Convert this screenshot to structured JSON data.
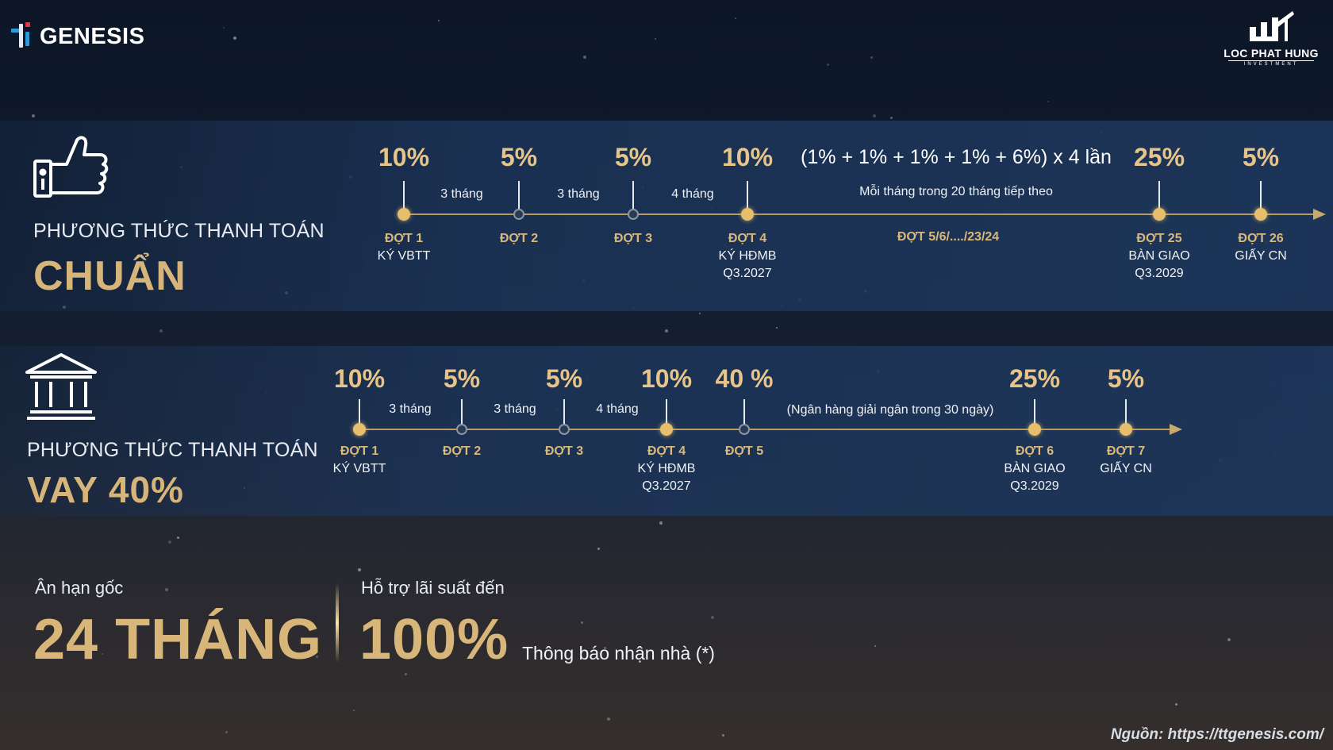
{
  "brand_left": "GENESIS",
  "brand_right": {
    "name": "LOC PHAT HUNG",
    "tagline": "INVESTMENT"
  },
  "plan1": {
    "label": "PHƯƠNG THỨC THANH TOÁN",
    "name": "CHUẨN",
    "icon": "thumbs-up-icon",
    "formula": "(1% + 1% + 1% + 1% + 6%) x 4 lần",
    "formula_note": "Mỗi tháng trong 20 tháng tiếp theo",
    "middle_range": "ĐỢT 5/6/..../23/24",
    "gaps": [
      "3 tháng",
      "3 tháng",
      "4 tháng"
    ],
    "milestones": [
      {
        "pct": "10%",
        "dot": "ĐỢT 1",
        "lines": [
          "KÝ VBTT"
        ],
        "style": "gold"
      },
      {
        "pct": "5%",
        "dot": "ĐỢT 2",
        "lines": [],
        "style": "dark"
      },
      {
        "pct": "5%",
        "dot": "ĐỢT 3",
        "lines": [],
        "style": "dark"
      },
      {
        "pct": "10%",
        "dot": "ĐỢT 4",
        "lines": [
          "KÝ HĐMB",
          "Q3.2027"
        ],
        "style": "gold"
      },
      {
        "pct": "25%",
        "dot": "ĐỢT 25",
        "lines": [
          "BÀN GIAO",
          "Q3.2029"
        ],
        "style": "gold"
      },
      {
        "pct": "5%",
        "dot": "ĐỢT 26",
        "lines": [
          "GIẤY CN"
        ],
        "style": "gold"
      }
    ]
  },
  "plan2": {
    "label": "PHƯƠNG THỨC THANH TOÁN",
    "name": "VAY 40%",
    "icon": "bank-icon",
    "note": "(Ngân hàng giải ngân trong 30 ngày)",
    "gaps": [
      "3 tháng",
      "3 tháng",
      "4 tháng"
    ],
    "milestones": [
      {
        "pct": "10%",
        "dot": "ĐỢT 1",
        "lines": [
          "KÝ VBTT"
        ],
        "style": "gold"
      },
      {
        "pct": "5%",
        "dot": "ĐỢT 2",
        "lines": [],
        "style": "dark"
      },
      {
        "pct": "5%",
        "dot": "ĐỢT 3",
        "lines": [],
        "style": "dark"
      },
      {
        "pct": "10%",
        "dot": "ĐỢT 4",
        "lines": [
          "KÝ HĐMB",
          "Q3.2027"
        ],
        "style": "gold"
      },
      {
        "pct": "40 %",
        "dot": "ĐỢT 5",
        "lines": [],
        "style": "dark"
      },
      {
        "pct": "25%",
        "dot": "ĐỢT 6",
        "lines": [
          "BÀN GIAO",
          "Q3.2029"
        ],
        "style": "gold"
      },
      {
        "pct": "5%",
        "dot": "ĐỢT 7",
        "lines": [
          "GIẤY CN"
        ],
        "style": "gold"
      }
    ]
  },
  "bottom": {
    "grace_label": "Ân hạn gốc",
    "grace_value": "24 THÁNG",
    "support_label": "Hỗ trợ lãi suất đến",
    "support_value": "100%",
    "support_note": "Thông báo nhận nhà (*)"
  },
  "source": "Nguồn: https://ttgenesis.com/"
}
